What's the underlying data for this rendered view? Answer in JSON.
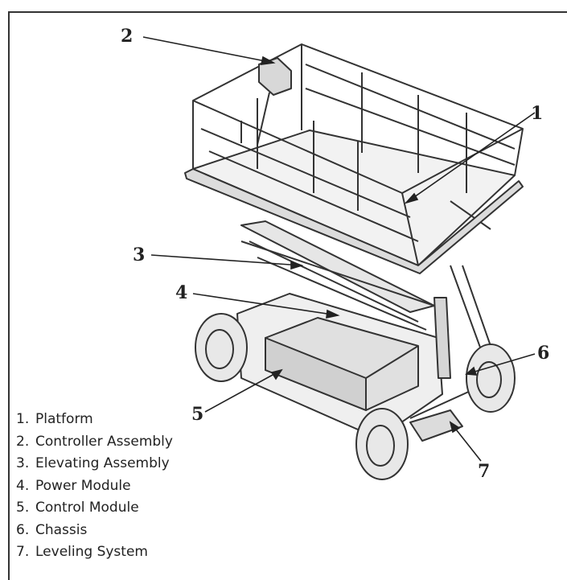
{
  "callouts": [
    {
      "number": "1"
    },
    {
      "number": "2"
    },
    {
      "number": "3"
    },
    {
      "number": "4"
    },
    {
      "number": "5"
    },
    {
      "number": "6"
    },
    {
      "number": "7"
    }
  ],
  "legend": [
    {
      "number": "1.",
      "label": "Platform"
    },
    {
      "number": "2.",
      "label": "Controller Assembly"
    },
    {
      "number": "3.",
      "label": "Elevating Assembly"
    },
    {
      "number": "4.",
      "label": "Power Module"
    },
    {
      "number": "5.",
      "label": "Control Module"
    },
    {
      "number": "6.",
      "label": "Chassis"
    },
    {
      "number": "7.",
      "label": "Leveling System"
    }
  ]
}
